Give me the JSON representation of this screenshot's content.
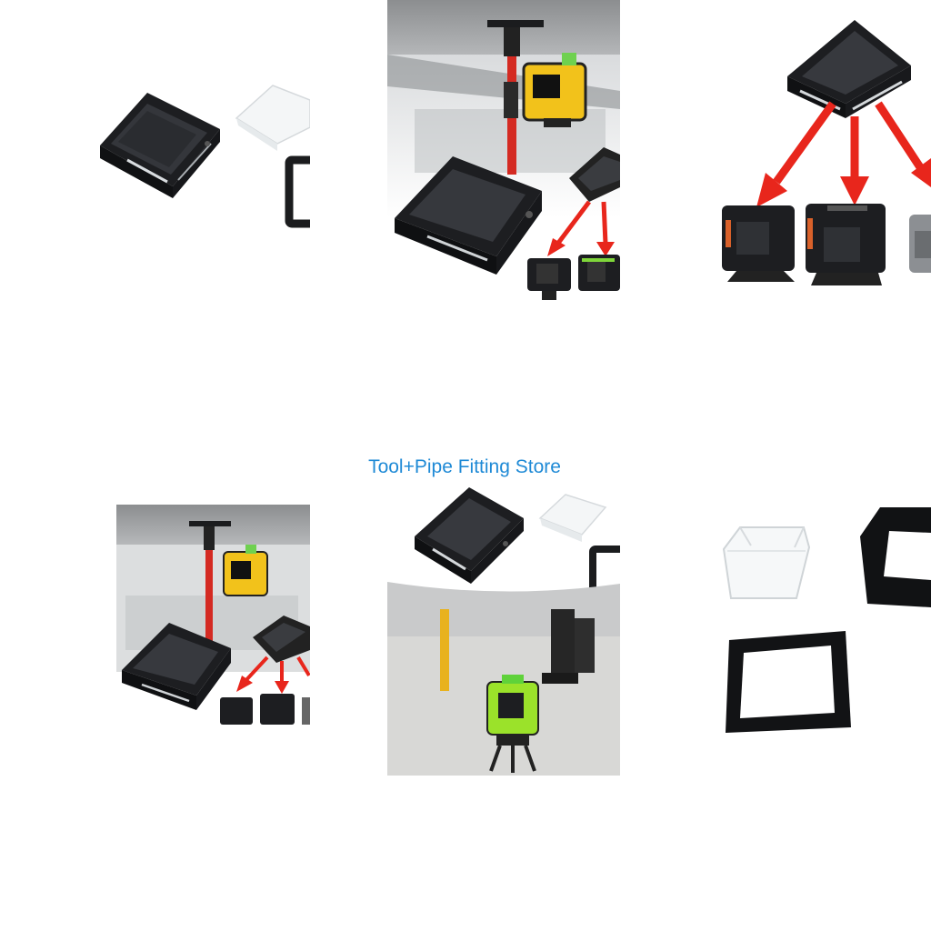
{
  "store_name": "Tool+Pipe Fitting Store",
  "colors": {
    "store_text": "#1f8ad6",
    "cover_dark": "#2b2d31",
    "cover_edge": "#111214",
    "arrow": "#e8261c",
    "pole": "#d42a22",
    "laser_yellow": "#f2c21b",
    "laser_green": "#9be22a",
    "background": "#ffffff"
  },
  "tiles": [
    {
      "name": "cover-clear-case-frame",
      "icons": [
        "dark-cover-icon",
        "clear-case-icon",
        "frame-icon"
      ]
    },
    {
      "name": "ceiling-pole-mount",
      "icons": [
        "ceiling-pole-icon",
        "laser-level-icon",
        "dark-cover-icon",
        "arrow-icon"
      ]
    },
    {
      "name": "fits-three-lasers",
      "icons": [
        "dark-cover-icon",
        "arrow-icon",
        "laser-level-icon"
      ]
    },
    {
      "name": "ceiling-pole-mount-small",
      "icons": [
        "ceiling-pole-icon",
        "laser-level-icon",
        "dark-cover-icon",
        "arrow-icon"
      ]
    },
    {
      "name": "cover-and-floor-laser",
      "icons": [
        "dark-cover-icon",
        "clear-case-icon",
        "frame-icon",
        "laser-level-icon"
      ]
    },
    {
      "name": "parts-clear-case-frames",
      "icons": [
        "clear-case-icon",
        "frame-icon"
      ]
    }
  ]
}
